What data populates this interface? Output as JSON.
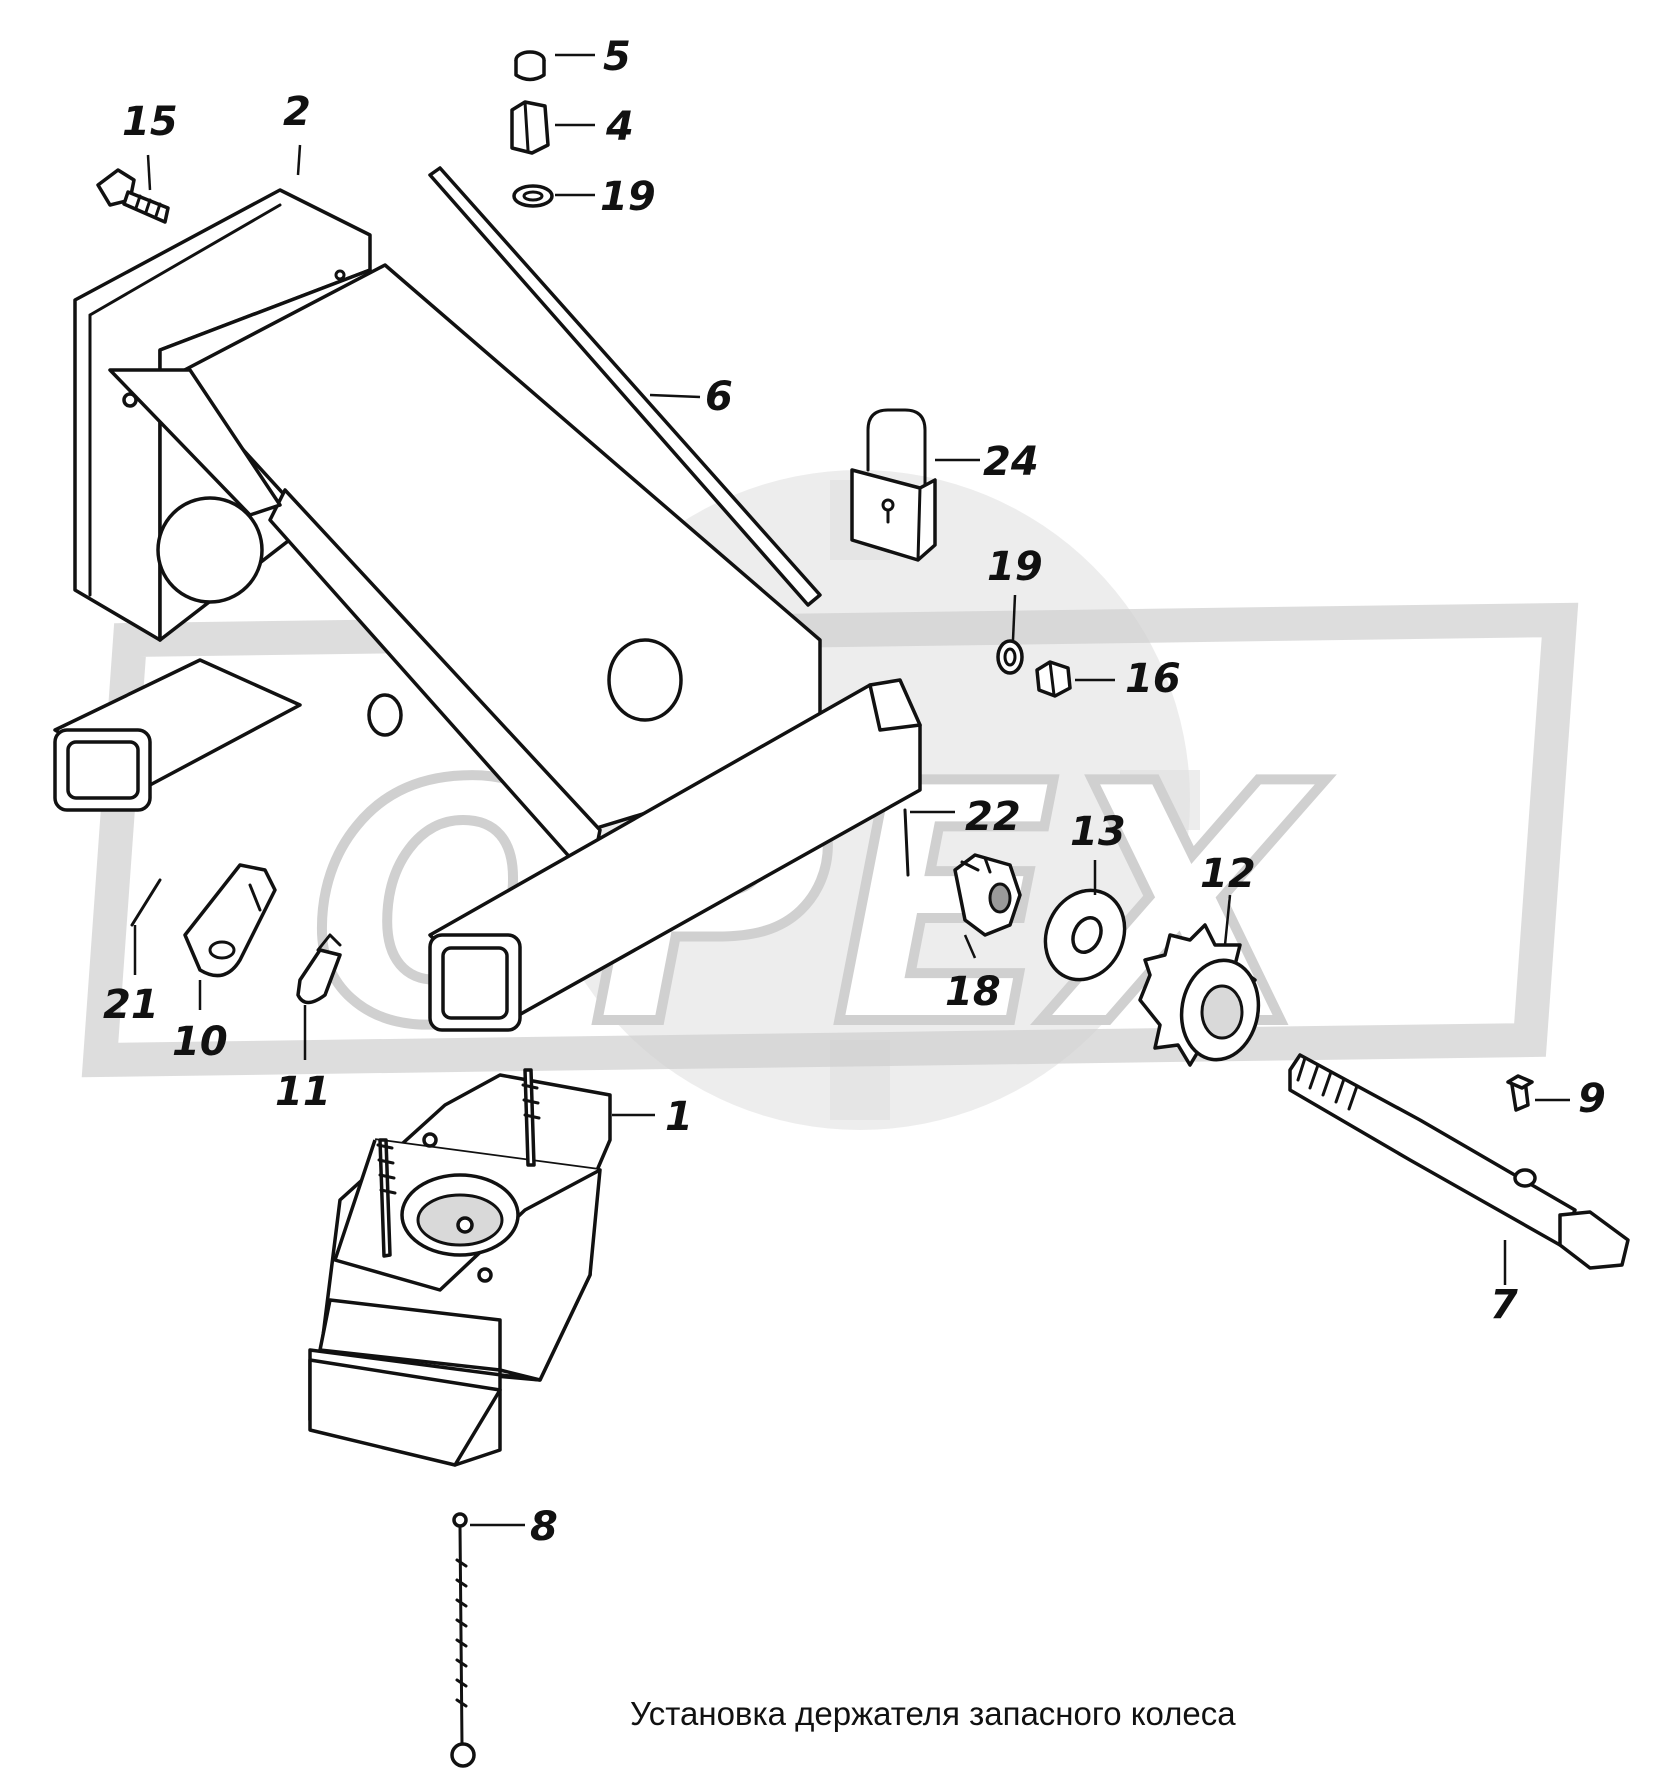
{
  "caption": "Установка держателя запасного колеса",
  "watermark": "OPEX",
  "callouts": {
    "c1": "1",
    "c2": "2",
    "c4": "4",
    "c5": "5",
    "c6": "6",
    "c7": "7",
    "c8": "8",
    "c9": "9",
    "c10": "10",
    "c11": "11",
    "c12": "12",
    "c13": "13",
    "c15": "15",
    "c16": "16",
    "c18": "18",
    "c19a": "19",
    "c19b": "19",
    "c21": "21",
    "c22": "22",
    "c24": "24"
  },
  "colors": {
    "ink": "#111111",
    "watermark": "#dedede",
    "background": "#ffffff"
  }
}
